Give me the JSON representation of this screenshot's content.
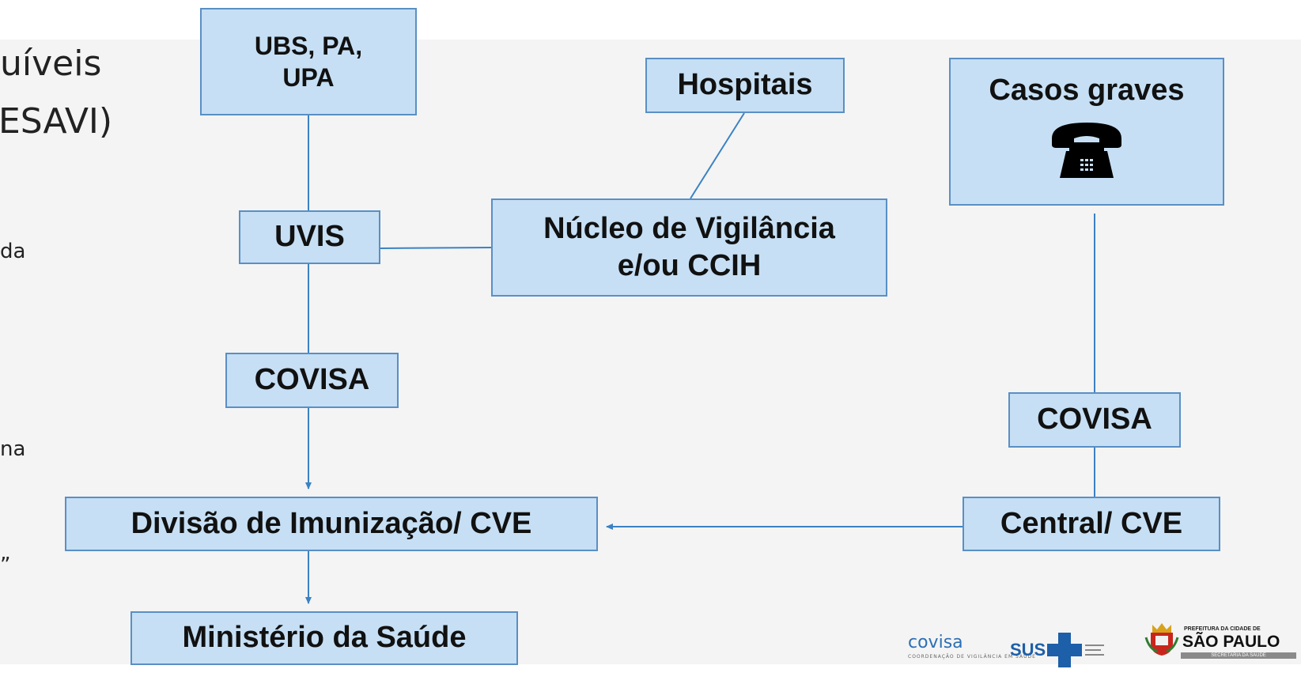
{
  "background_text": {
    "line1": "uíveis",
    "line2": "ESAVI)",
    "frag1": "da",
    "frag2": "na",
    "frag3": "”"
  },
  "nodes": {
    "ubs": "UBS, PA,\nUPA",
    "hospitais": "Hospitais",
    "casos_graves": "Casos graves",
    "uvis": "UVIS",
    "nucleo": "Núcleo de Vigilância\ne/ou CCIH",
    "covisa_left": "COVISA",
    "covisa_right": "COVISA",
    "divisao": "Divisão de Imunização/ CVE",
    "central": "Central/ CVE",
    "ministerio": "Ministério da Saúde"
  },
  "icons": {
    "telephone": "telephone-icon"
  },
  "logos": {
    "covisa": "covisa",
    "covisa_sub": "COORDENAÇÃO DE VIGILÂNCIA EM SAÚDE",
    "sus": "SUS",
    "sp_pre": "PREFEITURA DA CIDADE DE",
    "sp_city": "SÃO PAULO",
    "sp_sub": "SECRETARIA DA SAÚDE"
  },
  "colors": {
    "box_fill": "#c6dff4",
    "box_border": "#5a8fc4",
    "connector": "#3b82c4"
  }
}
